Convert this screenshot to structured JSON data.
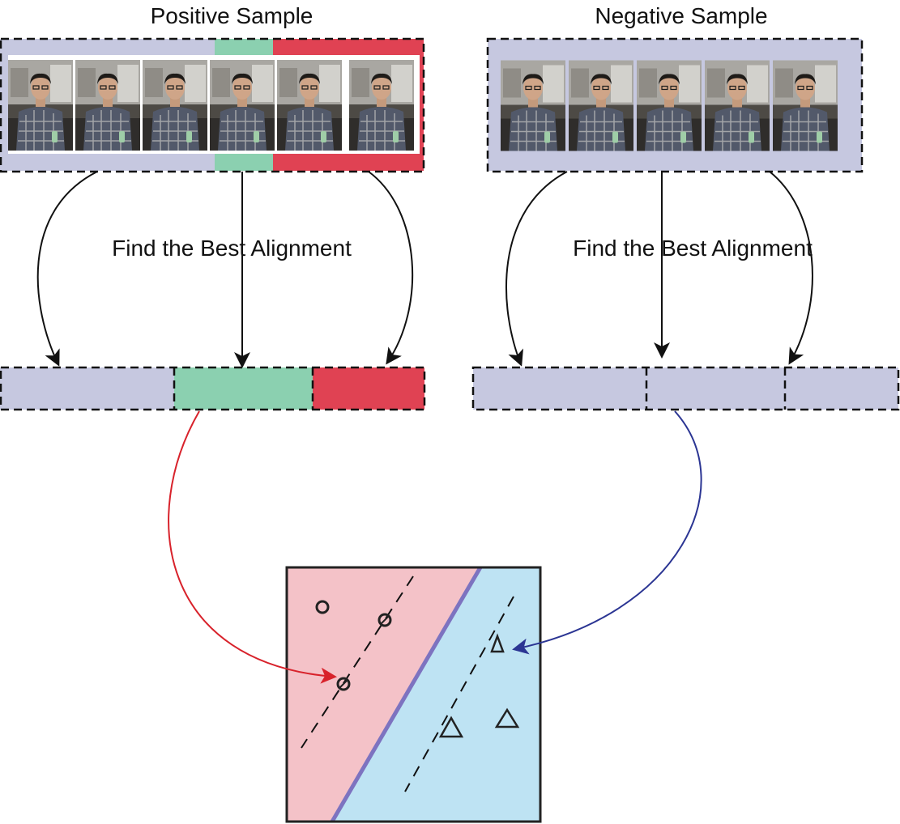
{
  "titles": {
    "positive": "Positive Sample",
    "negative": "Negative Sample"
  },
  "alignment_label_left": "Find the Best Alignment",
  "alignment_label_right": "Find the Best Alignment",
  "frames": {
    "positive_count": 6,
    "negative_count": 5,
    "subject": "person-holding-can"
  },
  "colors": {
    "gray_segment": "#c6c8e0",
    "green_segment": "#8bd0b0",
    "red_segment": "#e04253",
    "positive_region": "#f4c2c8",
    "negative_region": "#bee3f3",
    "decision_boundary": "#7d73c0",
    "positive_arrow": "#d8222b",
    "negative_arrow": "#2b3593"
  },
  "classifier": {
    "positive_markers": 3,
    "negative_markers": 3,
    "positive_marker_icon": "circle-icon",
    "negative_marker_icon": "triangle-icon"
  }
}
